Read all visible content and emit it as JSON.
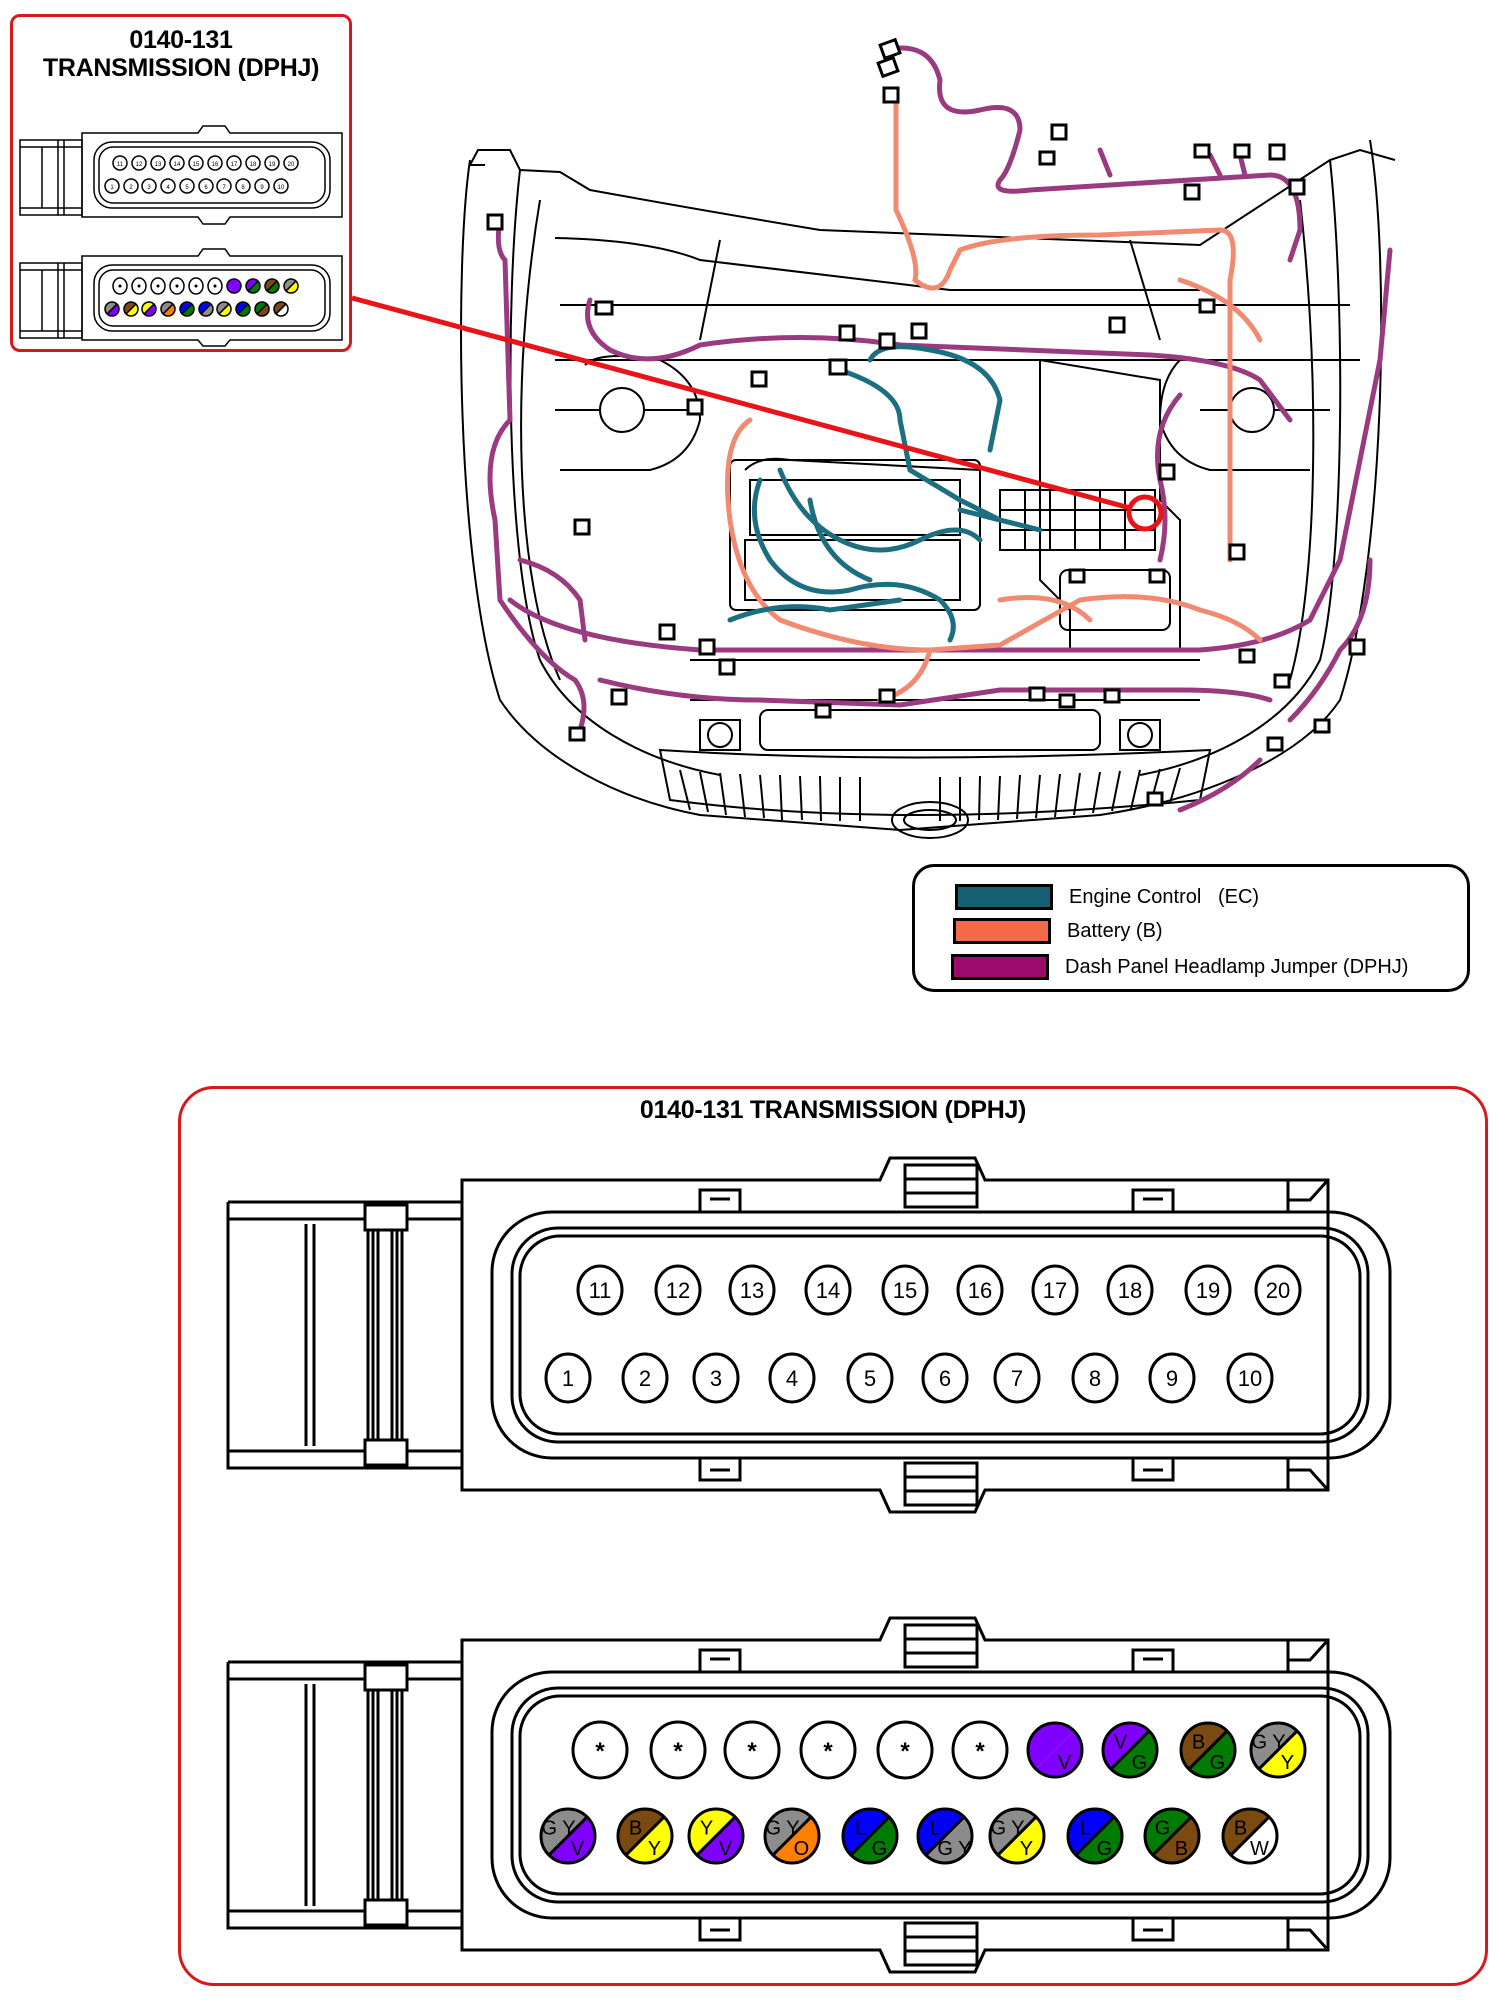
{
  "inset": {
    "title_line1": "0140-131",
    "title_line2": "TRANSMISSION (DPHJ)",
    "border_color": "#d7191c"
  },
  "callout": {
    "line_color": "#ff0000",
    "target": "connector 0140-131 location in fuse/relay area"
  },
  "legend": {
    "items": [
      {
        "label": "Engine Control   (EC)",
        "color": "#175f73",
        "code": "EC"
      },
      {
        "label": "Battery (B)",
        "color": "#f26a48",
        "code": "B"
      },
      {
        "label": "Dash Panel Headlamp Jumper (DPHJ)",
        "color": "#9c0c6c",
        "code": "DPHJ"
      }
    ]
  },
  "wire_colors": {
    "EC": "#1b6f80",
    "B": "#f08a70",
    "DPHJ": "#9a3a80"
  },
  "detail": {
    "title": "0140-131 TRANSMISSION (DPHJ)",
    "border_color": "#d7191c",
    "pin_numbers": {
      "top_row": [
        "11",
        "12",
        "13",
        "14",
        "15",
        "16",
        "17",
        "18",
        "19",
        "20"
      ],
      "bottom_row": [
        "1",
        "2",
        "3",
        "4",
        "5",
        "6",
        "7",
        "8",
        "9",
        "10"
      ]
    },
    "color_codes": {
      "G": "#8c8c8c",
      "V": "#8000ff",
      "Y": "#ffff00",
      "B": "#7a4a10",
      "O": "#ff8000",
      "L": "#0000ff",
      "W": "#ffffff",
      "GR": "#007a00"
    },
    "pin_wires": {
      "top_row": [
        {
          "pin": "11",
          "label": "*",
          "colors": []
        },
        {
          "pin": "12",
          "label": "*",
          "colors": []
        },
        {
          "pin": "13",
          "label": "*",
          "colors": []
        },
        {
          "pin": "14",
          "label": "*",
          "colors": []
        },
        {
          "pin": "15",
          "label": "*",
          "colors": []
        },
        {
          "pin": "16",
          "label": "*",
          "colors": []
        },
        {
          "pin": "17",
          "label_a": "",
          "label_b": "V",
          "colors": [
            "#8000ff",
            "#8000ff"
          ]
        },
        {
          "pin": "18",
          "label_a": "V",
          "label_b": "G",
          "colors": [
            "#8000ff",
            "#007a00"
          ]
        },
        {
          "pin": "19",
          "label_a": "B",
          "label_b": "G",
          "colors": [
            "#7a4a10",
            "#007a00"
          ]
        },
        {
          "pin": "20",
          "label_a": "G Y",
          "label_b": "Y",
          "colors": [
            "#8c8c8c",
            "#ffff00"
          ]
        }
      ],
      "bottom_row": [
        {
          "pin": "1",
          "label_a": "G Y",
          "label_b": "V",
          "colors": [
            "#8c8c8c",
            "#8000ff"
          ]
        },
        {
          "pin": "2",
          "label_a": "B",
          "label_b": "Y",
          "colors": [
            "#7a4a10",
            "#ffff00"
          ]
        },
        {
          "pin": "3",
          "label_a": "Y",
          "label_b": "V",
          "colors": [
            "#ffff00",
            "#8000ff"
          ]
        },
        {
          "pin": "4",
          "label_a": "G Y",
          "label_b": "O",
          "colors": [
            "#8c8c8c",
            "#ff8000"
          ]
        },
        {
          "pin": "5",
          "label_a": "L",
          "label_b": "G",
          "colors": [
            "#0000ff",
            "#007a00"
          ]
        },
        {
          "pin": "6",
          "label_a": "L",
          "label_b": "G Y",
          "colors": [
            "#0000ff",
            "#8c8c8c"
          ]
        },
        {
          "pin": "7",
          "label_a": "G Y",
          "label_b": "Y",
          "colors": [
            "#8c8c8c",
            "#ffff00"
          ]
        },
        {
          "pin": "8",
          "label_a": "L",
          "label_b": "G",
          "colors": [
            "#0000ff",
            "#007a00"
          ]
        },
        {
          "pin": "9",
          "label_a": "G",
          "label_b": "B",
          "colors": [
            "#007a00",
            "#7a4a10"
          ]
        },
        {
          "pin": "10",
          "label_a": "B",
          "label_b": "W",
          "colors": [
            "#7a4a10",
            "#ffffff"
          ]
        }
      ]
    }
  }
}
